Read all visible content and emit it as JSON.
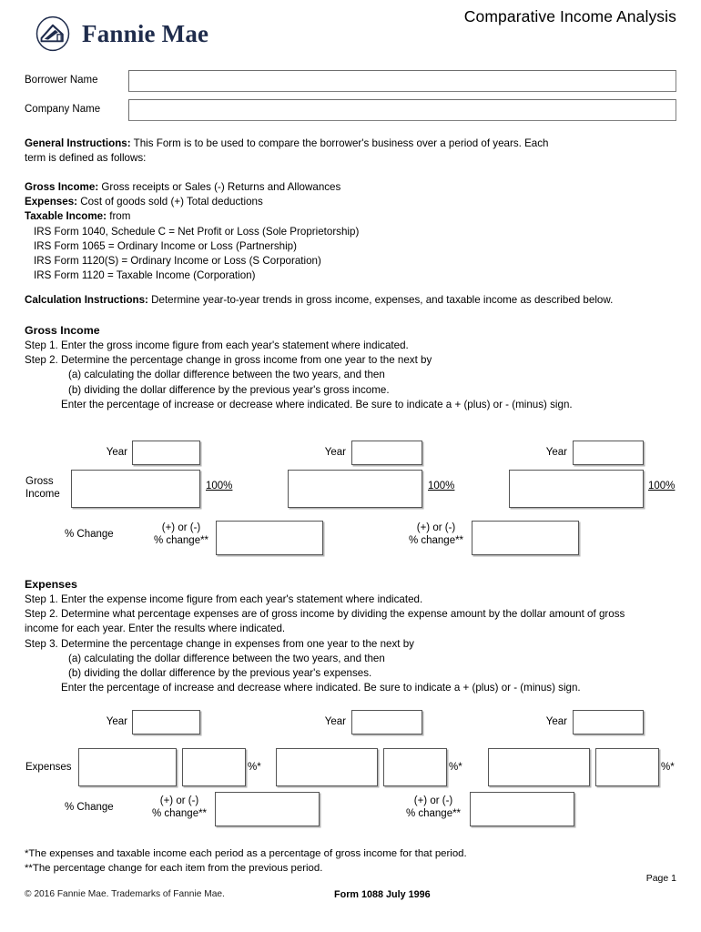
{
  "header": {
    "doc_title": "Comparative Income Analysis",
    "brand_name": "Fannie Mae",
    "logo_icon": "fannie-mae-house-circle-icon"
  },
  "name_fields": [
    {
      "label": "Borrower Name",
      "value": "",
      "placeholder": ""
    },
    {
      "label": "Company Name",
      "value": "",
      "placeholder": ""
    }
  ],
  "general_instructions": {
    "heading": "General Instructions:",
    "line1": " This Form is to be used to compare the borrower's business over a period of years. Each",
    "line2": "term is defined as follows:",
    "definitions": [
      {
        "term": "Gross Income:",
        "text": " Gross receipts or Sales (-) Returns and Allowances"
      },
      {
        "term": "Expenses:",
        "text": " Cost of goods sold (+) Total deductions"
      },
      {
        "term": "Taxable Income:",
        "text": " from"
      }
    ],
    "irs_lines": [
      "IRS Form 1040, Schedule C = Net Profit or Loss (Sole Proprietorship)",
      "IRS Form 1065 = Ordinary Income or Loss (Partnership)",
      "IRS Form 1120(S) = Ordinary Income or Loss (S Corporation)",
      "IRS Form 1120 = Taxable Income (Corporation)"
    ]
  },
  "calculation_instructions": {
    "heading": "Calculation Instructions:",
    "text": " Determine year-to-year trends in gross income, expenses, and taxable income as described below."
  },
  "gross_income": {
    "section_title": "Gross Income",
    "steps": [
      "Step 1. Enter the gross income figure from each year's statement where indicated.",
      "Step 2. Determine the percentage change in gross income from one year to the next by",
      "(a) calculating the dollar difference between the two years, and then",
      "(b) dividing the dollar difference by the previous year's gross income.",
      "Enter the percentage of increase or decrease where indicated. Be sure to indicate a + (plus) or - (minus) sign."
    ],
    "row_label": "Gross\nIncome",
    "row_label_line1": "Gross",
    "row_label_line2": "Income",
    "year_label": "Year",
    "pct_of_gross": "100%",
    "change_label": "% Change",
    "change_note_line1": "(+) or (-)",
    "change_note_line2": "% change**",
    "columns": [
      {
        "year": "",
        "amount": "",
        "pct": "100%"
      },
      {
        "year": "",
        "amount": "",
        "pct": "100%"
      },
      {
        "year": "",
        "amount": "",
        "pct": "100%"
      }
    ],
    "change_cells": [
      {
        "value": ""
      },
      {
        "value": ""
      }
    ]
  },
  "expenses": {
    "section_title": "Expenses",
    "steps": [
      "Step 1. Enter the expense income figure from each year's statement where indicated.",
      "Step 2. Determine what percentage expenses are of gross income by dividing the expense amount by the dollar amount of gross",
      "income for each year. Enter the results where indicated.",
      "Step 3. Determine the percentage change in expenses from one year to the next by",
      "(a) calculating the dollar difference between the two years, and then",
      "(b) dividing the dollar difference by the previous year's expenses.",
      "Enter the percentage of increase and decrease where indicated. Be sure to indicate a + (plus) or - (minus) sign."
    ],
    "row_label": "Expenses",
    "year_label": "Year",
    "pct_suffix": "%*",
    "change_label": "% Change",
    "change_note_line1": "(+) or (-)",
    "change_note_line2": "% change**",
    "columns": [
      {
        "year": "",
        "amount": "",
        "pct": "",
        "pct_suffix": "%*"
      },
      {
        "year": "",
        "amount": "",
        "pct": "",
        "pct_suffix": "%*"
      },
      {
        "year": "",
        "amount": "",
        "pct": "",
        "pct_suffix": "%*"
      }
    ],
    "change_cells": [
      {
        "value": ""
      },
      {
        "value": ""
      }
    ]
  },
  "footnotes": {
    "single_star": "*The expenses and taxable income each period as a percentage of gross income for that period.",
    "double_star": "**The percentage change for each item from the previous period."
  },
  "footer": {
    "page_number": "Page 1",
    "copyright": "© 2016 Fannie Mae. Trademarks of Fannie Mae.",
    "form_id": "Form 1088  July 1996"
  },
  "colors": {
    "brand_navy": "#1f2c4c",
    "box_border": "#555555",
    "field_border": "#808080",
    "text": "#000000"
  }
}
